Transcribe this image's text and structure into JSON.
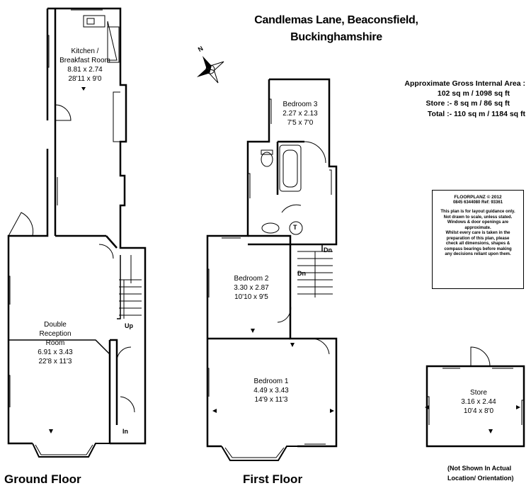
{
  "header": {
    "line1": "Candlemas Lane, Beaconsfield,",
    "line2": "Buckinghamshire"
  },
  "area": {
    "title": "Approximate Gross Internal Area :",
    "gross": "102 sq m / 1098 sq ft",
    "store": "Store :- 8 sq m / 86 sq ft",
    "total": "Total :- 110 sq m / 1184 sq ft"
  },
  "rooms": {
    "kitchen": {
      "name1": "Kitchen /",
      "name2": "Breakfast Room",
      "metric": "8.81 x 2.74",
      "imperial": "28'11 x 9'0"
    },
    "reception": {
      "name1": "Double",
      "name2": "Reception",
      "name3": "Room",
      "metric": "6.91 x 3.43",
      "imperial": "22'8 x 11'3"
    },
    "bedroom3": {
      "name": "Bedroom 3",
      "metric": "2.27 x 2.13",
      "imperial": "7'5 x 7'0"
    },
    "bedroom2": {
      "name": "Bedroom 2",
      "metric": "3.30 x 2.87",
      "imperial": "10'10 x 9'5"
    },
    "bedroom1": {
      "name": "Bedroom 1",
      "metric": "4.49 x 3.43",
      "imperial": "14'9 x 11'3"
    },
    "store": {
      "name": "Store",
      "metric": "3.16 x 2.44",
      "imperial": "10'4 x 8'0"
    }
  },
  "labels": {
    "up": "Up",
    "in": "In",
    "dn1": "Dn",
    "dn2": "Dn",
    "t": "T",
    "ground_floor": "Ground Floor",
    "first_floor": "First Floor",
    "store_note1": "(Not Shown In Actual",
    "store_note2": "Location/ Orientation)"
  },
  "compass": {
    "letter": "N"
  },
  "note_box": {
    "copyright": "FLOORPLANZ © 2012",
    "ref": "0845 6344080   Ref: 93361",
    "lines": [
      "This plan is for layout guidance only.",
      "Not drawn to scale, unless stated.",
      "Windows & door openings are",
      "approximate.",
      "Whilst every care is taken in the",
      "preparation of this plan, please",
      "check all dimensions, shapes &",
      "compass bearings before making",
      "any decisions reliant upon them."
    ]
  },
  "colors": {
    "wall": "#000000",
    "background": "#ffffff"
  }
}
